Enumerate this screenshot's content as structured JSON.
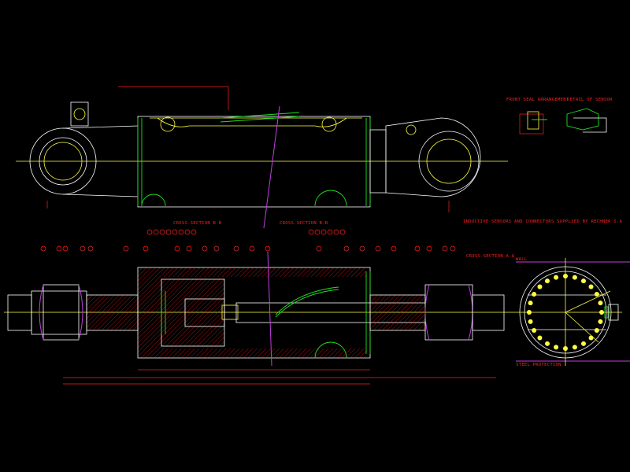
{
  "drawing": {
    "labels": {
      "front_seal": "FRONT SEAL ARRANGEMENT",
      "sensor_detail": "DETAIL OF SENSOR",
      "note_sensors": "INDUCTIVE SENSORS AND CONNECTORS SUPPLIED BY RECHNER S.A",
      "section_b_left": "CROSS-SECTION B-B",
      "section_b_right": "CROSS-SECTION B-B",
      "section_a": "CROSS-SECTION A-A",
      "wall": "WALL",
      "steel_protection": "STEEL PROTECTION"
    },
    "colors": {
      "background": "#000000",
      "outline": "#ffffff",
      "centerline": "#ffff40",
      "dimension": "#ff2020",
      "seal": "#20e020",
      "section": "#c040e0"
    }
  }
}
